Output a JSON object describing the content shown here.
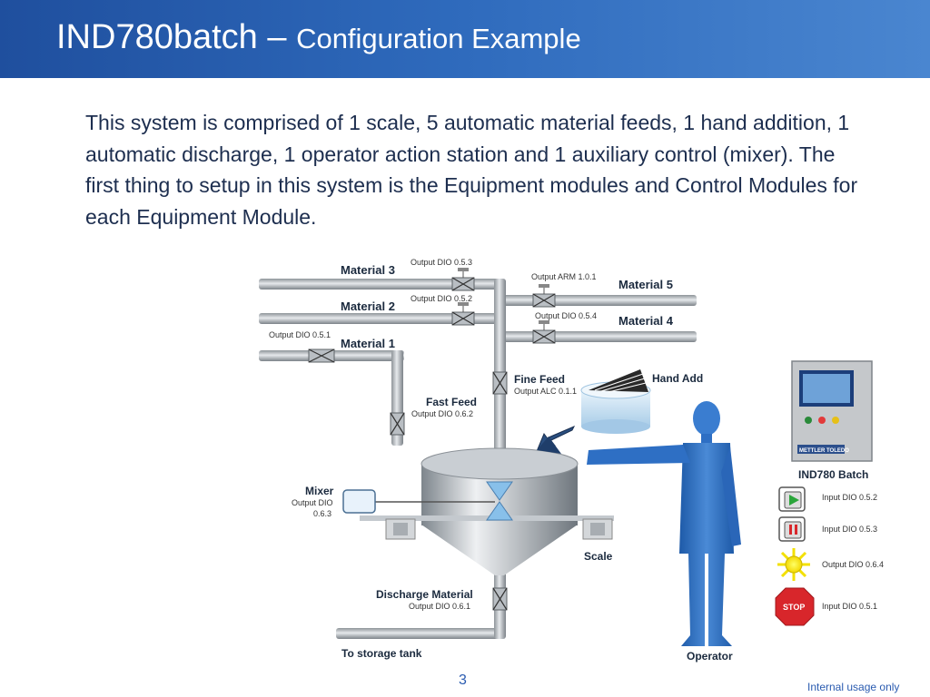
{
  "header": {
    "title_main": "IND780batch",
    "title_sep": " – ",
    "title_sub": "Configuration Example"
  },
  "body_text": "This system is comprised of 1 scale, 5 automatic material feeds, 1 hand addition, 1 automatic discharge, 1 operator action station and 1 auxiliary control (mixer).  The first thing to setup in this system is the Equipment modules and Control Modules for each Equipment Module.",
  "diagram": {
    "material3": "Material 3",
    "material2": "Material 2",
    "material1": "Material 1",
    "material5": "Material 5",
    "material4": "Material 4",
    "out_053": "Output DIO 0.5.3",
    "out_052": "Output DIO 0.5.2",
    "out_051": "Output DIO 0.5.1",
    "out_arm": "Output ARM 1.0.1",
    "out_054": "Output DIO 0.5.4",
    "fine_feed": "Fine Feed",
    "out_alc": "Output ALC 0.1.1",
    "fast_feed": "Fast Feed",
    "out_062": "Output DIO 0.6.2",
    "hand_add": "Hand Add",
    "mixer": "Mixer",
    "mixer_out1": "Output DIO",
    "mixer_out2": "0.6.3",
    "scale": "Scale",
    "discharge": "Discharge Material",
    "out_061": "Output DIO 0.6.1",
    "storage": "To storage tank",
    "operator": "Operator",
    "terminal": "IND780 Batch",
    "brand": "METTLER TOLEDO",
    "in_052": "Input DIO 0.5.2",
    "in_053": "Input DIO 0.5.3",
    "out_064": "Output DIO 0.6.4",
    "in_051": "Input DIO 0.5.1",
    "stop": "STOP"
  },
  "footer": {
    "page": "3",
    "note": "Internal usage only"
  },
  "colors": {
    "header": "#2f6bbd",
    "body_text": "#1d2e4f",
    "operator": "#2e6fc4",
    "valve_blue": "#88c0ea",
    "stop_red": "#d8262b"
  }
}
